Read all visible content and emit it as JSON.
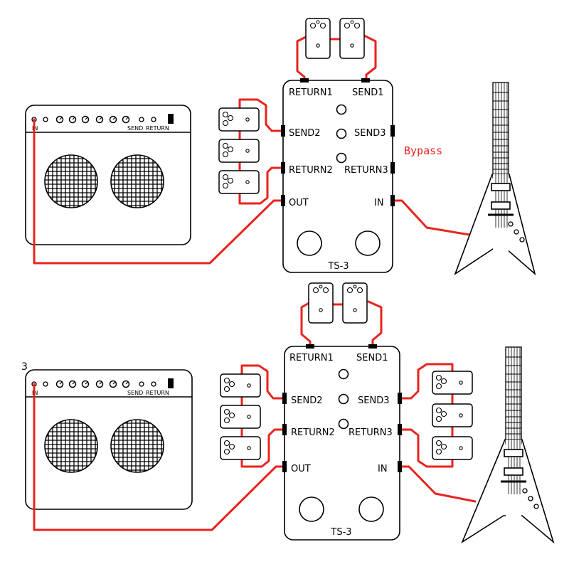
{
  "colors": {
    "cable": "#e8231f",
    "outline": "#000000",
    "background": "#ffffff"
  },
  "diagram_1": {
    "switcher": {
      "name": "TS-3",
      "labels": {
        "return1": "RETURN1",
        "send1": "SEND1",
        "send2": "SEND2",
        "send3": "SEND3",
        "return2": "RETURN2",
        "return3": "RETURN3",
        "out": "OUT",
        "in": "IN"
      }
    },
    "amp": {
      "in_label": "IN",
      "send_label": "SEND",
      "return_label": "RETURN"
    },
    "annotation": "Bypass"
  },
  "diagram_2": {
    "number": "3",
    "switcher": {
      "name": "TS-3",
      "labels": {
        "return1": "RETURN1",
        "send1": "SEND1",
        "send2": "SEND2",
        "send3": "SEND3",
        "return2": "RETURN2",
        "return3": "RETURN3",
        "out": "OUT",
        "in": "IN"
      }
    },
    "amp": {
      "in_label": "IN",
      "send_label": "SEND",
      "return_label": "RETURN"
    }
  }
}
